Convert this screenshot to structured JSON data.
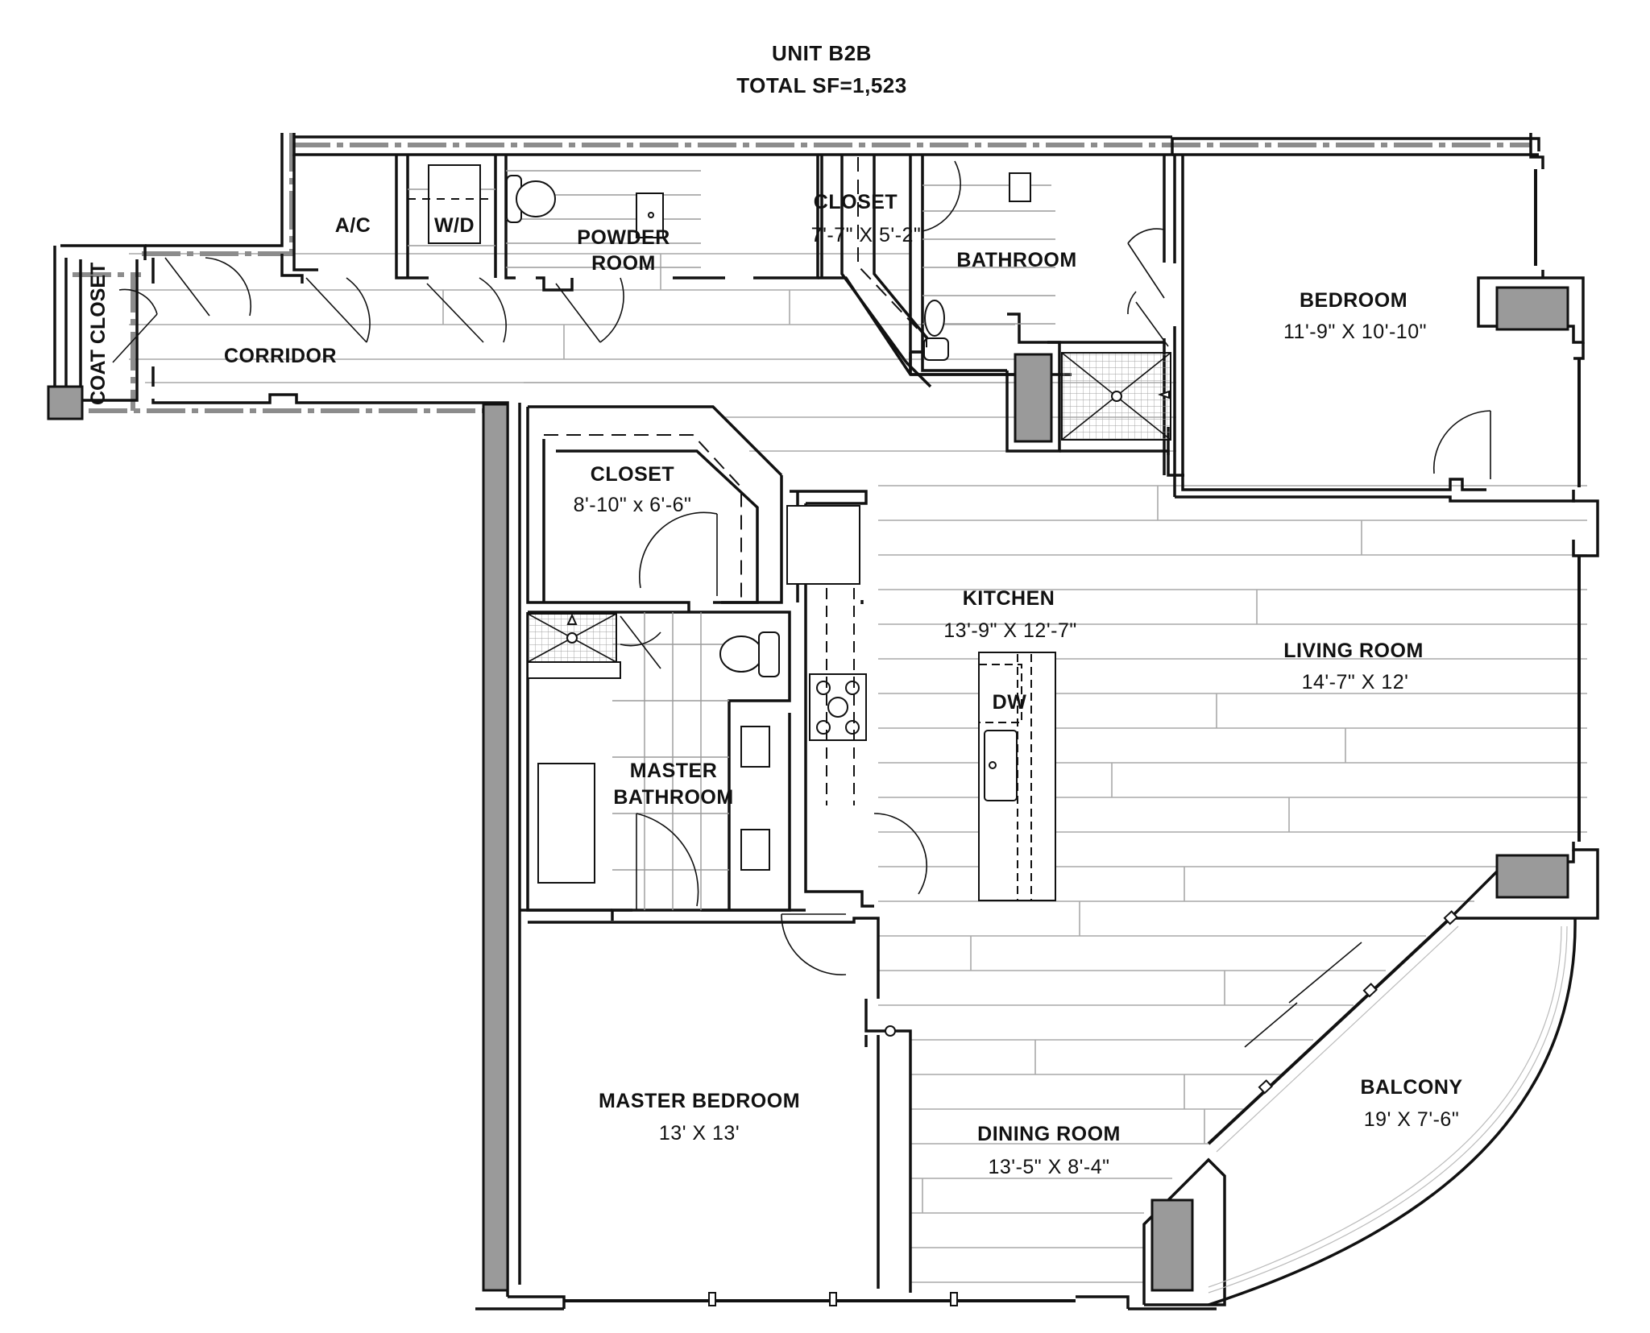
{
  "header": {
    "unit": "UNIT B2B",
    "total_sf": "TOTAL SF=1,523"
  },
  "rooms": {
    "coat_closet": {
      "name": "COAT CLOSET"
    },
    "corridor": {
      "name": "CORRIDOR"
    },
    "ac": {
      "name": "A/C"
    },
    "wd": {
      "name": "W/D"
    },
    "powder_room": {
      "name_line1": "POWDER",
      "name_line2": "ROOM"
    },
    "closet_hall": {
      "name": "CLOSET",
      "dims": "7'-7\" X 5'-2\""
    },
    "bathroom": {
      "name": "BATHROOM"
    },
    "bedroom": {
      "name": "BEDROOM",
      "dims": "11'-9\" X 10'-10\""
    },
    "closet_master": {
      "name": "CLOSET",
      "dims": "8'-10\" x 6'-6\""
    },
    "kitchen": {
      "name": "KITCHEN",
      "dims": "13'-9\" X 12'-7\""
    },
    "dishwasher": {
      "name": "DW"
    },
    "living_room": {
      "name": "LIVING ROOM",
      "dims": "14'-7\" X 12'"
    },
    "master_bathroom": {
      "name_line1": "MASTER",
      "name_line2": "BATHROOM"
    },
    "master_bedroom": {
      "name": "MASTER BEDROOM",
      "dims": "13' X 13'"
    },
    "dining_room": {
      "name": "DINING ROOM",
      "dims": "13'-5\" X 8'-4\""
    },
    "balcony": {
      "name": "BALCONY",
      "dims": "19' X 7'-6\""
    }
  },
  "colors": {
    "wall": "#111111",
    "column_fill": "#9a9a9a",
    "floor_lines": "#a9a9a9",
    "background": "#ffffff"
  }
}
